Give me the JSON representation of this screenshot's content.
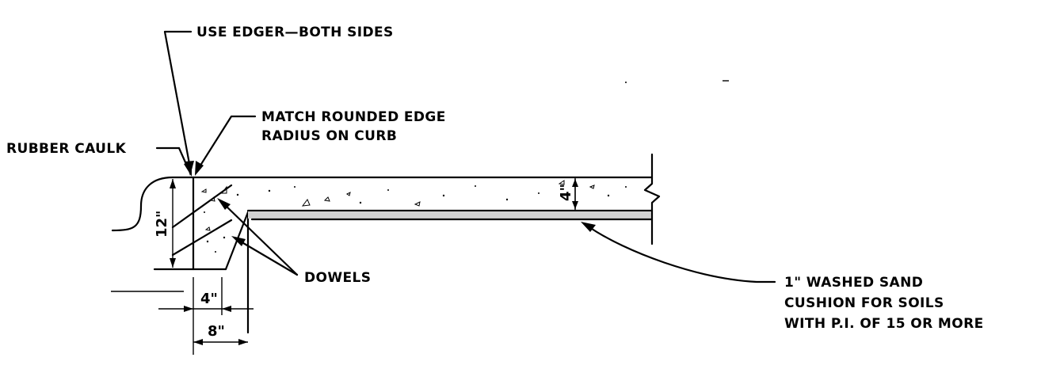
{
  "labels": {
    "use_edger": "USE EDGER—BOTH SIDES",
    "match_edge_line1": "MATCH ROUNDED EDGE",
    "match_edge_line2": "RADIUS ON CURB",
    "rubber_caulk": "RUBBER CAULK",
    "dowels": "DOWELS",
    "sand_line1": "1\" WASHED SAND",
    "sand_line2": "CUSHION FOR SOILS",
    "sand_line3": "WITH P.I. OF 15 OR MORE"
  },
  "dimensions": {
    "curb_height": "12\"",
    "slab_thickness": "4\"",
    "toe_width": "4\"",
    "curb_width": "8\""
  }
}
